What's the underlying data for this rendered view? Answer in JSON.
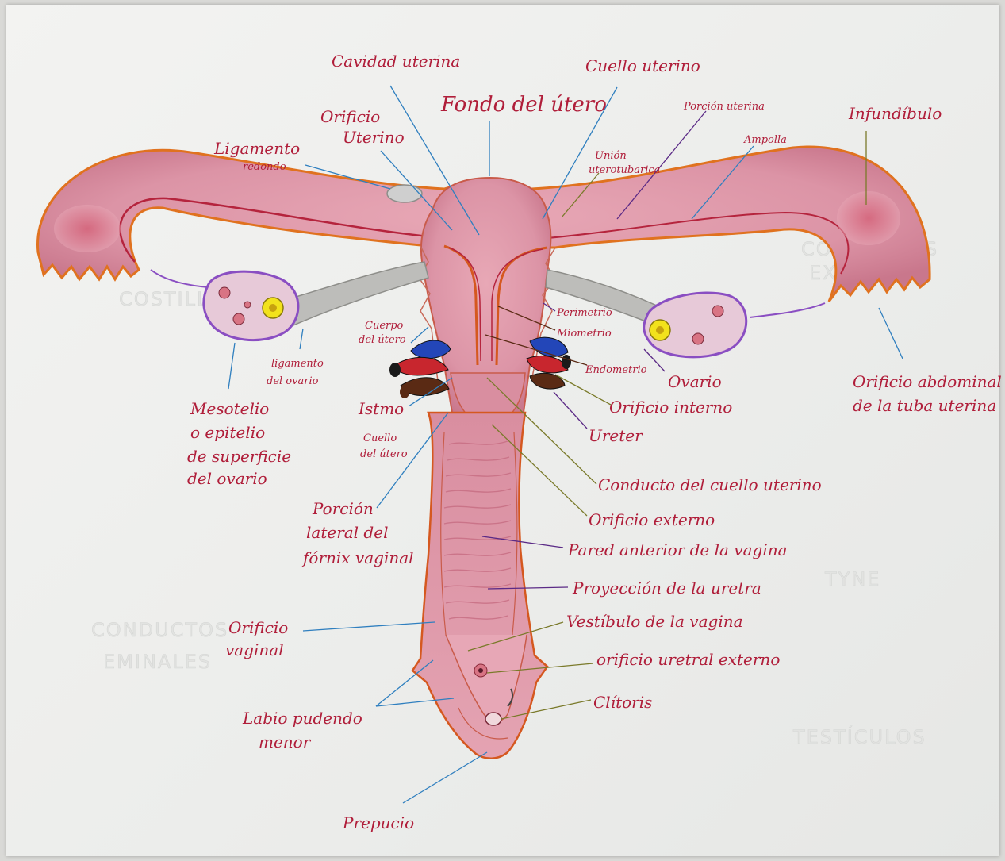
{
  "labels": {
    "cavidad_uterina": "Cavidad uterina",
    "cuello_uterino_top": "Cuello uterino",
    "fondo_del_utero": "Fondo del útero",
    "orificio_uterino": [
      "Orificio",
      "Uterino"
    ],
    "ligamento_redondo": [
      "Ligamento",
      "redondo"
    ],
    "porcion_uterina": "Porción uterina",
    "union_uterotubarica": [
      "Unión",
      "uterotubarica"
    ],
    "ampolla": "Ampolla",
    "infundibulo": "Infundíbulo",
    "cuerpo_del_utero": [
      "Cuerpo",
      "del útero"
    ],
    "ligamento_del_ovario": [
      "ligamento",
      "del ovario"
    ],
    "mesotelio": [
      "Mesotelio",
      "o epitelio",
      "de superficie",
      "del ovario"
    ],
    "istmo": "Istmo",
    "cuello_del_utero": [
      "Cuello",
      "del útero"
    ],
    "perimetrio": "Perimetrio",
    "miometrio": "Miometrio",
    "endometrio": "Endometrio",
    "ovario": "Ovario",
    "orificio_interno": "Orificio interno",
    "ureter": "Ureter",
    "orificio_abdominal": [
      "Orificio abdominal",
      "de la tuba uterina"
    ],
    "conducto_cuello": "Conducto del cuello uterino",
    "orificio_externo": "Orificio externo",
    "porcion_lateral": [
      "Porción",
      "lateral del",
      "fórnix vaginal"
    ],
    "pared_anterior": "Pared anterior de la vagina",
    "proyeccion_uretra": "Proyección de la uretra",
    "vestibulo": "Vestíbulo de la vagina",
    "orificio_vaginal": [
      "Orificio",
      "vaginal"
    ],
    "orificio_uretral": "orificio uretral externo",
    "clitoris": "Clítoris",
    "labio_pudendo": [
      "Labio pudendo",
      "menor"
    ],
    "prepucio": "Prepucio"
  },
  "watermarks": {
    "left_top": "COSTILLAS",
    "right_top": [
      "CONDUCTOS",
      "EXTERNOS"
    ],
    "left_bottom": [
      "CONDUCTOS",
      "EMINALES"
    ],
    "right_bottom": "TESTÍCULOS",
    "right_mid": "TYNE"
  },
  "colors": {
    "label": "#b01e3a",
    "organ_fill": "#d68a9c",
    "tube_outline": "#e0721f",
    "uterus_outline": "#b5243d",
    "ovary_outline": "#8a4ec2",
    "ligament": "#8e8e8a",
    "leader_blue": "#2f7fbf",
    "leader_purple": "#5b2a86",
    "leader_olive": "#7a7a2a",
    "vessel_blue": "#2346b8",
    "vessel_red": "#c8262e",
    "vessel_brown": "#5a2a14",
    "follicle_yellow": "#f2e21c"
  }
}
